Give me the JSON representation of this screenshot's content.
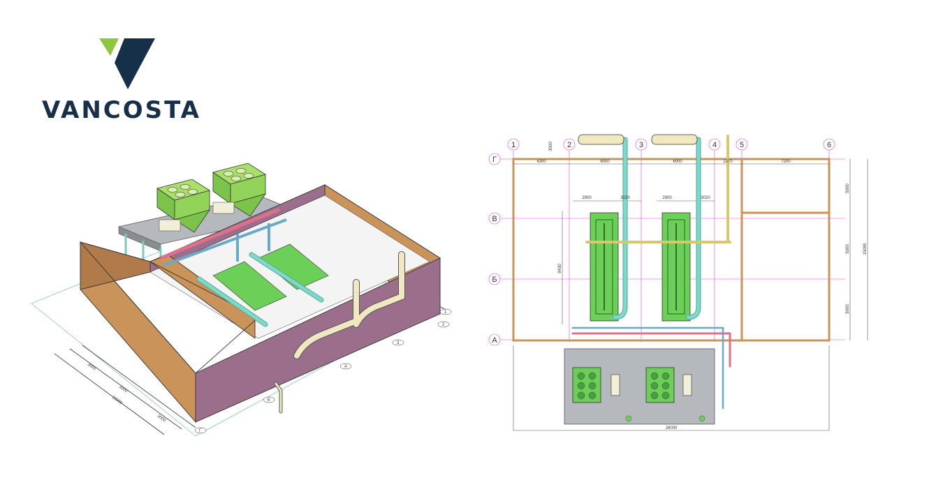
{
  "brand": {
    "name": "VANCOSTA",
    "colors": {
      "navy": "#163049",
      "green": "#8dc63f"
    }
  },
  "iso_view": {
    "dimensions": [
      "3000",
      "3000",
      "15000",
      "3000"
    ],
    "axis_markers": [
      "Г",
      "А",
      "1",
      "2",
      "3",
      "6"
    ],
    "colors": {
      "wall_outer": "#c9935a",
      "wall_inner": "#9b6f8c",
      "cooler": "#8fd44a",
      "pipe_cold": "#7fd9c4",
      "pipe_hot": "#e0708a"
    }
  },
  "plan_view": {
    "column_labels": [
      "1",
      "2",
      "3",
      "4",
      "5",
      "6"
    ],
    "row_labels": [
      "Г",
      "В",
      "Б",
      "А"
    ],
    "top_dimensions": [
      "4300",
      "6000",
      "6000",
      "2270",
      "7200"
    ],
    "inner_dimensions": [
      "2900",
      "3020",
      "2900",
      "3020"
    ],
    "right_dimensions": [
      "5000",
      "5000",
      "5000"
    ],
    "right_total": "15000",
    "left_dimension": "9430",
    "bottom_total": "26000",
    "small_label": "3000",
    "colors": {
      "wall": "#c9935a",
      "grid": "#e040e0",
      "equipment": "#6ccf58",
      "pipe_cold": "#7fd9c4",
      "pipe_hot": "#e0708a",
      "pipe_yellow": "#d9c86a"
    }
  }
}
